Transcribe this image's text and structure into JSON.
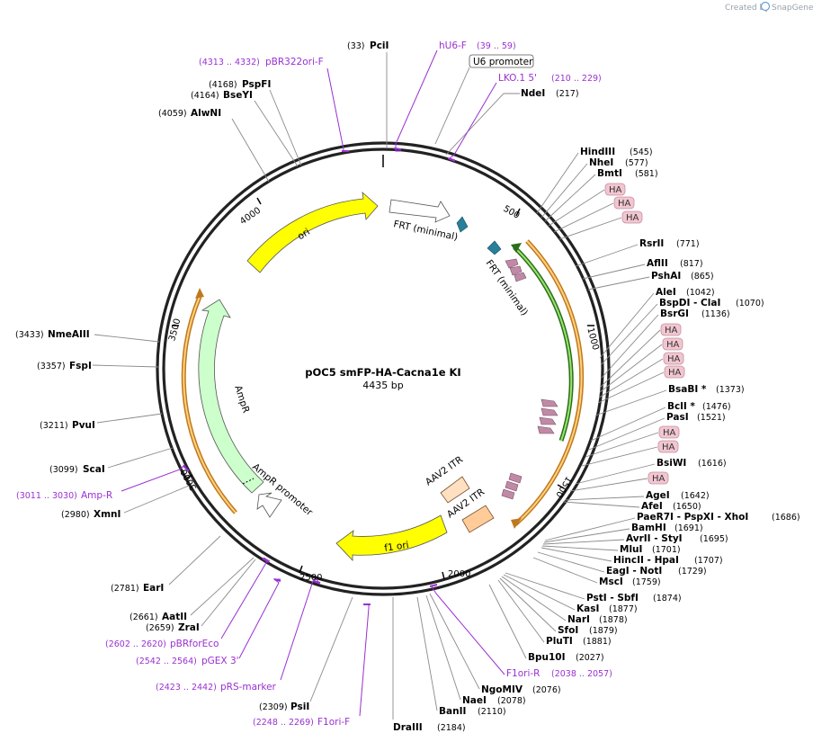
{
  "credit": {
    "prefix": "Created by",
    "brand": "SnapGene"
  },
  "plasmid": {
    "name": "pOC5 smFP-HA-Cacna1e KI",
    "size": "4435 bp"
  },
  "ruler": [
    "500",
    "1000",
    "1500",
    "2000",
    "2500",
    "3000",
    "3500",
    "4000"
  ],
  "features": [
    {
      "label": "ori",
      "color": "#ffff00"
    },
    {
      "label": "AmpR",
      "color": "#ccffcc"
    },
    {
      "label": "AmpR promoter",
      "color": "#ffffff"
    },
    {
      "label": "FRT (minimal)",
      "color": "#ffffff"
    },
    {
      "label": "FRT (minimal)",
      "color": "#ffffff"
    },
    {
      "label": "f1 ori",
      "color": "#ffff00"
    },
    {
      "label": "AAV2 ITR",
      "color": "#ffe0c0"
    },
    {
      "label": "AAV2 ITR",
      "color": "#ffcc99"
    },
    {
      "label": "U6 promoter",
      "color": "#ffffff"
    }
  ],
  "enzymes_top": [
    {
      "name": "PciI",
      "pos": "(33)"
    },
    {
      "name": "NdeI",
      "pos": "(217)"
    }
  ],
  "enzymes_right": [
    {
      "name": "HindIII",
      "pos": "(545)"
    },
    {
      "name": "NheI",
      "pos": "(577)"
    },
    {
      "name": "BmtI",
      "pos": "(581)"
    },
    {
      "name": "RsrII",
      "pos": "(771)"
    },
    {
      "name": "AflII",
      "pos": "(817)"
    },
    {
      "name": "PshAI",
      "pos": "(865)"
    },
    {
      "name": "AleI",
      "pos": "(1042)"
    },
    {
      "name": "BspDI - ClaI",
      "pos": "(1070)"
    },
    {
      "name": "BsrGI",
      "pos": "(1136)"
    },
    {
      "name": "BsaBI *",
      "pos": "(1373)"
    },
    {
      "name": "BclI *",
      "pos": "(1476)"
    },
    {
      "name": "PasI",
      "pos": "(1521)"
    },
    {
      "name": "BsiWI",
      "pos": "(1616)"
    },
    {
      "name": "AgeI",
      "pos": "(1642)"
    },
    {
      "name": "AfeI",
      "pos": "(1650)"
    },
    {
      "name": "PaeR7I - PspXI - XhoI",
      "pos": "(1686)"
    },
    {
      "name": "BamHI",
      "pos": "(1691)"
    },
    {
      "name": "AvrII - StyI",
      "pos": "(1695)"
    },
    {
      "name": "MluI",
      "pos": "(1701)"
    },
    {
      "name": "HincII - HpaI",
      "pos": "(1707)"
    },
    {
      "name": "EagI - NotI",
      "pos": "(1729)"
    },
    {
      "name": "MscI",
      "pos": "(1759)"
    },
    {
      "name": "PstI - SbfI",
      "pos": "(1874)"
    },
    {
      "name": "KasI",
      "pos": "(1877)"
    },
    {
      "name": "NarI",
      "pos": "(1878)"
    },
    {
      "name": "SfoI",
      "pos": "(1879)"
    },
    {
      "name": "PluTI",
      "pos": "(1881)"
    },
    {
      "name": "Bpu10I",
      "pos": "(2027)"
    }
  ],
  "enzymes_bottom": [
    {
      "name": "NgoMIV",
      "pos": "(2076)"
    },
    {
      "name": "NaeI",
      "pos": "(2078)"
    },
    {
      "name": "BanII",
      "pos": "(2110)"
    },
    {
      "name": "DraIII",
      "pos": "(2184)"
    },
    {
      "name": "PsiI",
      "pos": "(2309)"
    }
  ],
  "enzymes_left": [
    {
      "name": "PspFI",
      "pos": "(4168)"
    },
    {
      "name": "BseYI",
      "pos": "(4164)"
    },
    {
      "name": "AlwNI",
      "pos": "(4059)"
    },
    {
      "name": "NmeAIII",
      "pos": "(3433)"
    },
    {
      "name": "FspI",
      "pos": "(3357)"
    },
    {
      "name": "PvuI",
      "pos": "(3211)"
    },
    {
      "name": "ScaI",
      "pos": "(3099)"
    },
    {
      "name": "XmnI",
      "pos": "(2980)"
    },
    {
      "name": "EarI",
      "pos": "(2781)"
    },
    {
      "name": "AatII",
      "pos": "(2661)"
    },
    {
      "name": "ZraI",
      "pos": "(2659)"
    }
  ],
  "primers": [
    {
      "name": "hU6-F",
      "range": "(39 .. 59)"
    },
    {
      "name": "pBR322ori-F",
      "range": "(4313 .. 4332)"
    },
    {
      "name": "LKO.1 5'",
      "range": "(210 .. 229)"
    },
    {
      "name": "Amp-R",
      "range": "(3011 .. 3030)"
    },
    {
      "name": "pBRforEco",
      "range": "(2602 .. 2620)"
    },
    {
      "name": "pGEX 3'",
      "range": "(2542 .. 2564)"
    },
    {
      "name": "pRS-marker",
      "range": "(2423 .. 2442)"
    },
    {
      "name": "F1ori-F",
      "range": "(2248 .. 2269)"
    },
    {
      "name": "F1ori-R",
      "range": "(2038 .. 2057)"
    }
  ],
  "ha_tag": "HA"
}
